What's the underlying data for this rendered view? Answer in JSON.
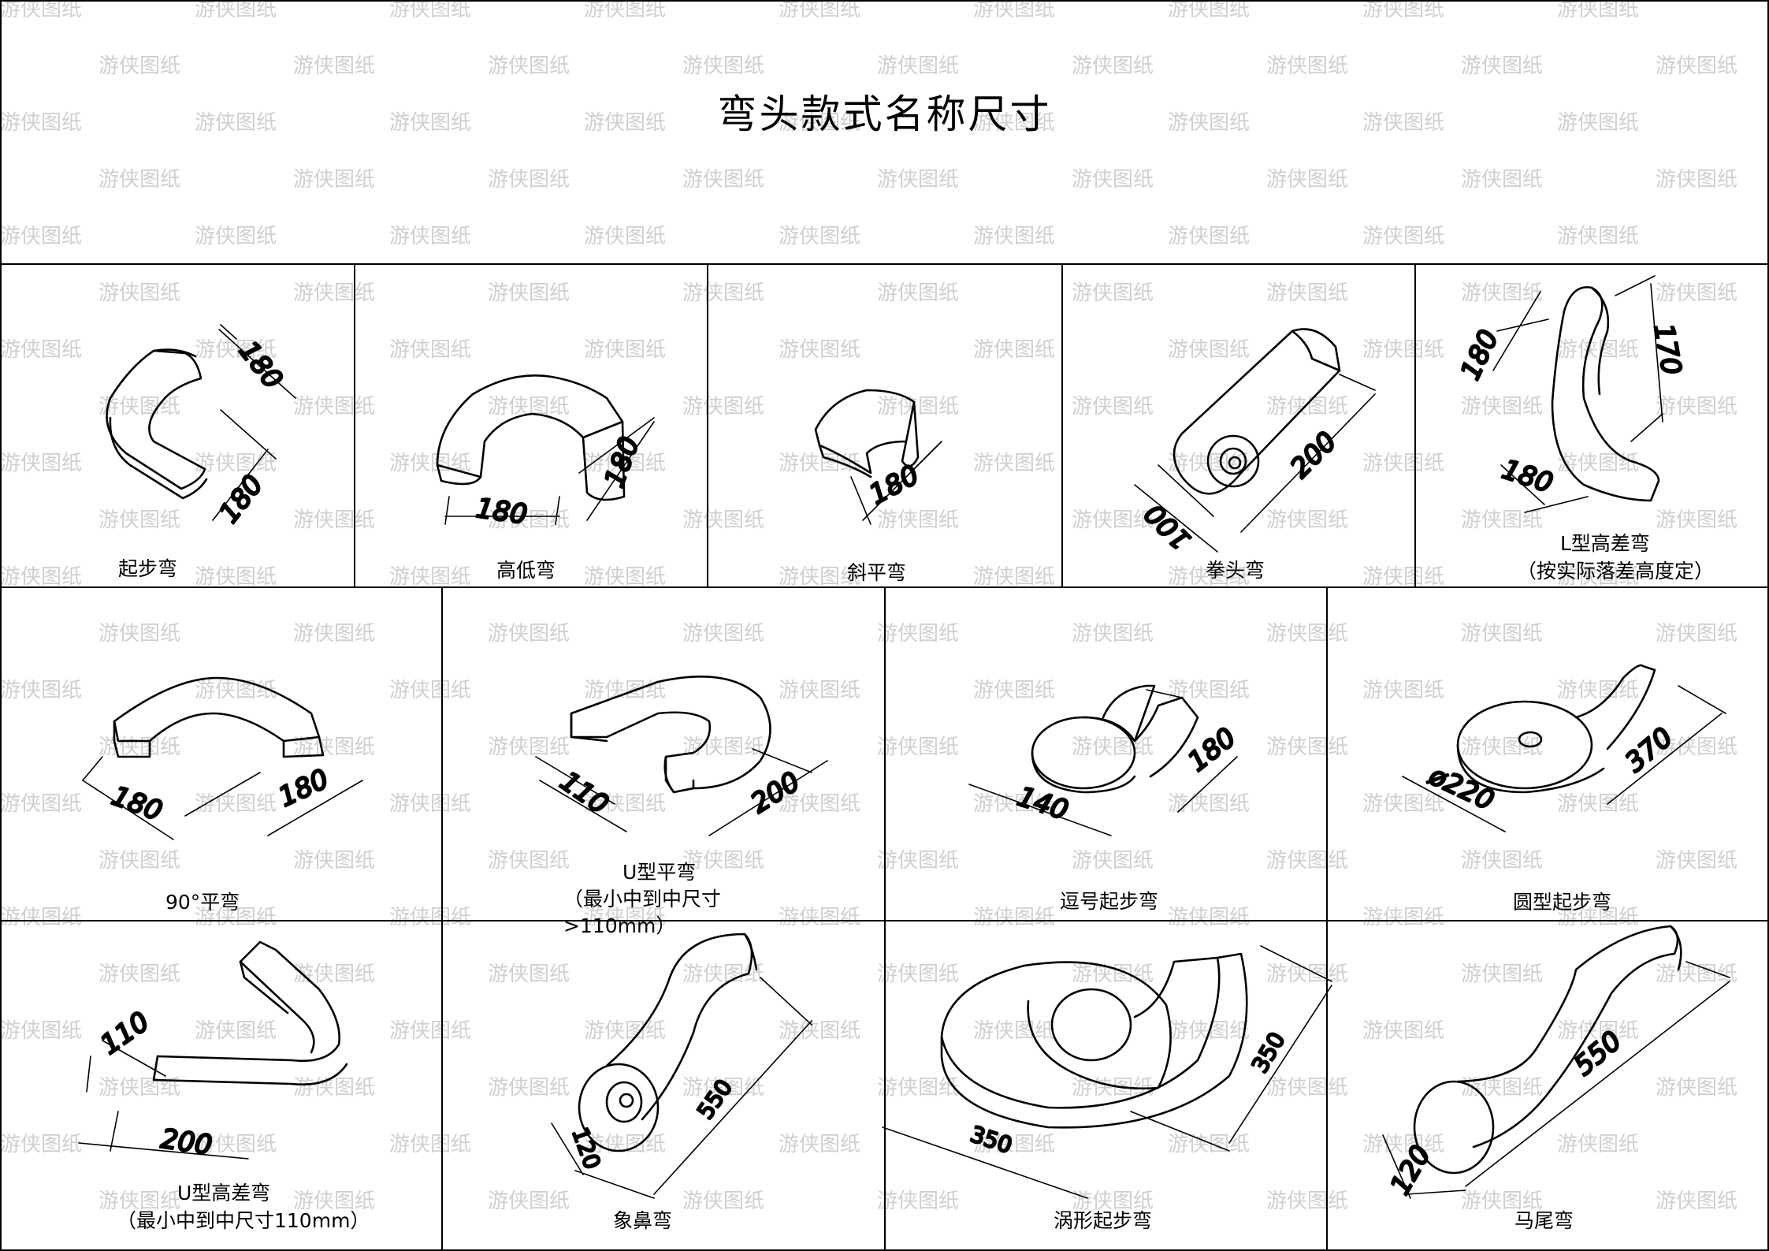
{
  "title": "弯头款式名称尺寸",
  "watermark": "游侠图纸",
  "row1": [
    {
      "name": "起步弯",
      "dims": [
        "180",
        "180"
      ]
    },
    {
      "name": "高低弯",
      "dims": [
        "180",
        "180"
      ]
    },
    {
      "name": "斜平弯",
      "dims": [
        "180"
      ]
    },
    {
      "name": "拳头弯",
      "dims": [
        "100",
        "200"
      ]
    },
    {
      "name": "L型高差弯",
      "note": "（按实际落差高度定）",
      "dims": [
        "180",
        "170",
        "180"
      ]
    }
  ],
  "row2": [
    {
      "name": "90°平弯",
      "dims": [
        "180",
        "180"
      ]
    },
    {
      "name": "U型平弯",
      "note": "（最小中到中尺寸",
      "note2": ">110mm）",
      "dims": [
        "110",
        "200"
      ]
    },
    {
      "name": "逗号起步弯",
      "dims": [
        "140",
        "180"
      ]
    },
    {
      "name": "圆型起步弯",
      "dims": [
        "ø220",
        "370"
      ]
    }
  ],
  "row3": [
    {
      "name": "U型高差弯",
      "note": "（最小中到中尺寸110mm）",
      "dims": [
        "110",
        "200"
      ]
    },
    {
      "name": "象鼻弯",
      "dims": [
        "120",
        "550"
      ]
    },
    {
      "name": "涡形起步弯",
      "dims": [
        "350",
        "350"
      ]
    },
    {
      "name": "马尾弯",
      "dims": [
        "120",
        "550"
      ]
    }
  ]
}
